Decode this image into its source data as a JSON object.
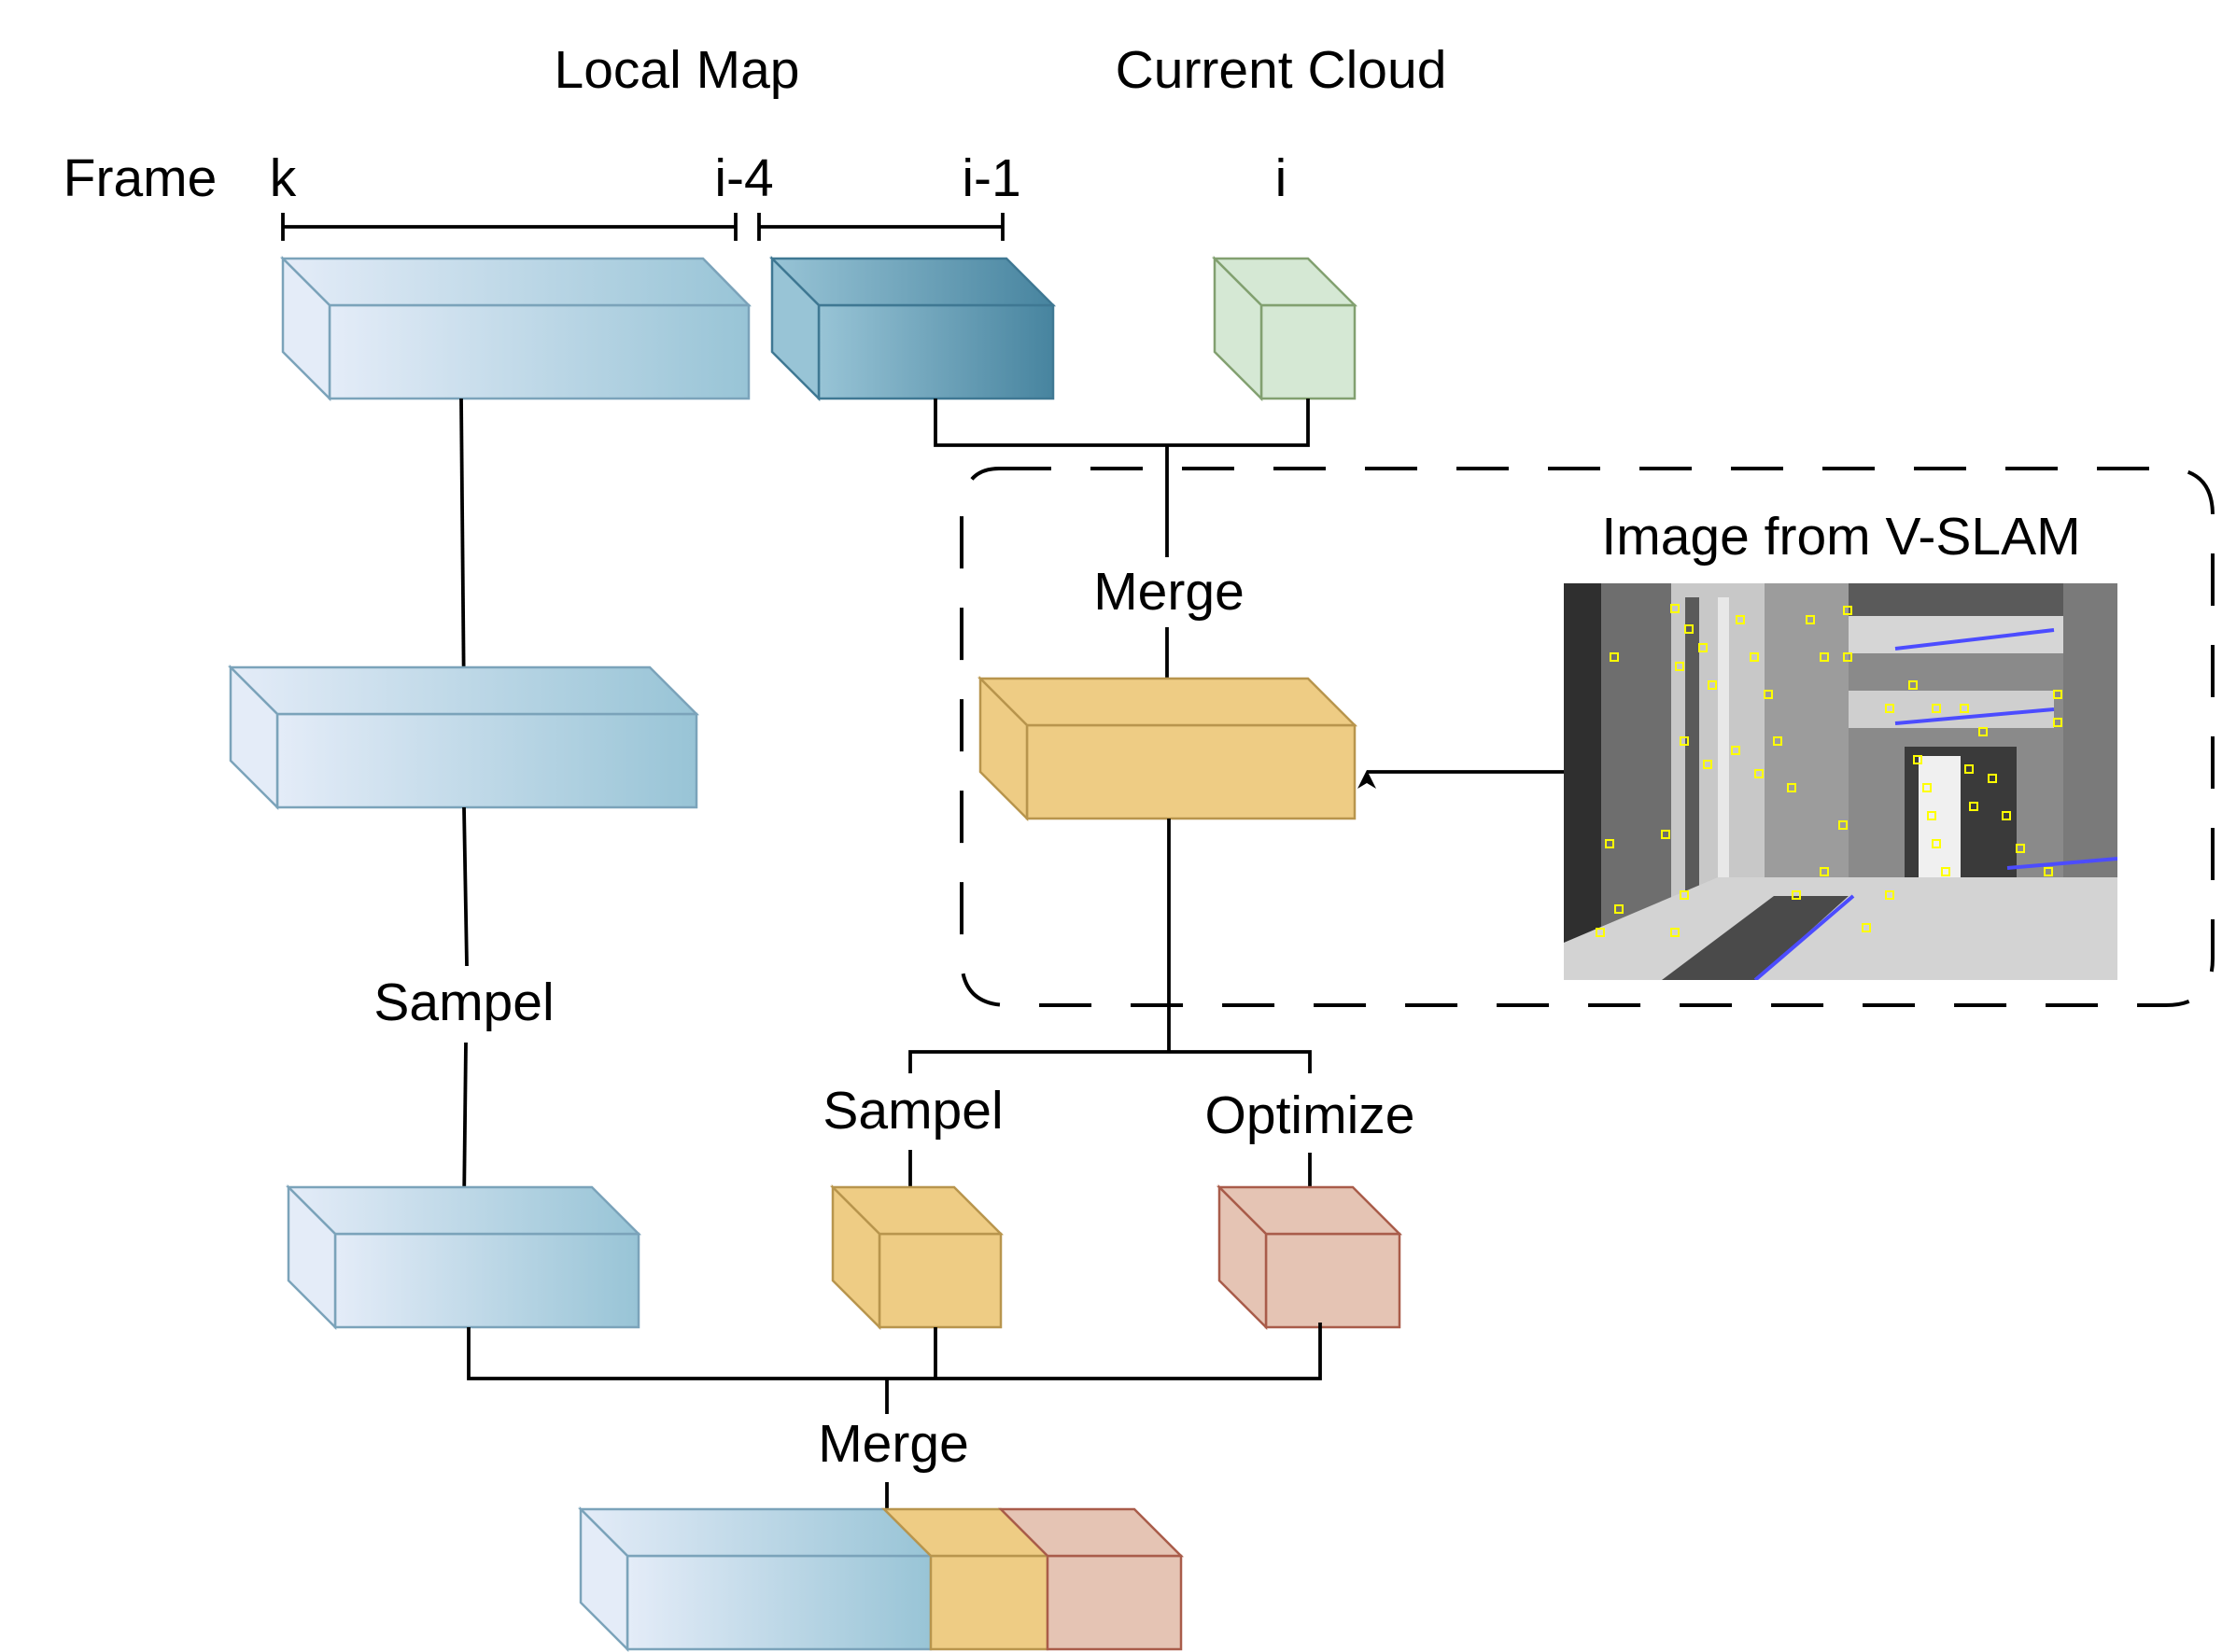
{
  "labels": {
    "local_map": "Local Map",
    "current_cloud": "Current Cloud",
    "frame": "Frame",
    "frame_k": "k",
    "frame_i_minus_4": "i-4",
    "frame_i_minus_1": "i-1",
    "frame_i": "i",
    "merge_top": "Merge",
    "image_from_vslam": "Image from V-SLAM",
    "sampel_left": "Sampel",
    "sampel_mid": "Sampel",
    "optimize": "Optimize",
    "merge_bottom": "Merge"
  },
  "colors": {
    "map_light": "#e4ecf8",
    "map_mid": "#98c4d6",
    "map_dark": "#47849f",
    "current_cloud": "#d5e8d4",
    "merged_cloud": "#eecc84",
    "optimized_cloud": "#e5c4b4"
  }
}
